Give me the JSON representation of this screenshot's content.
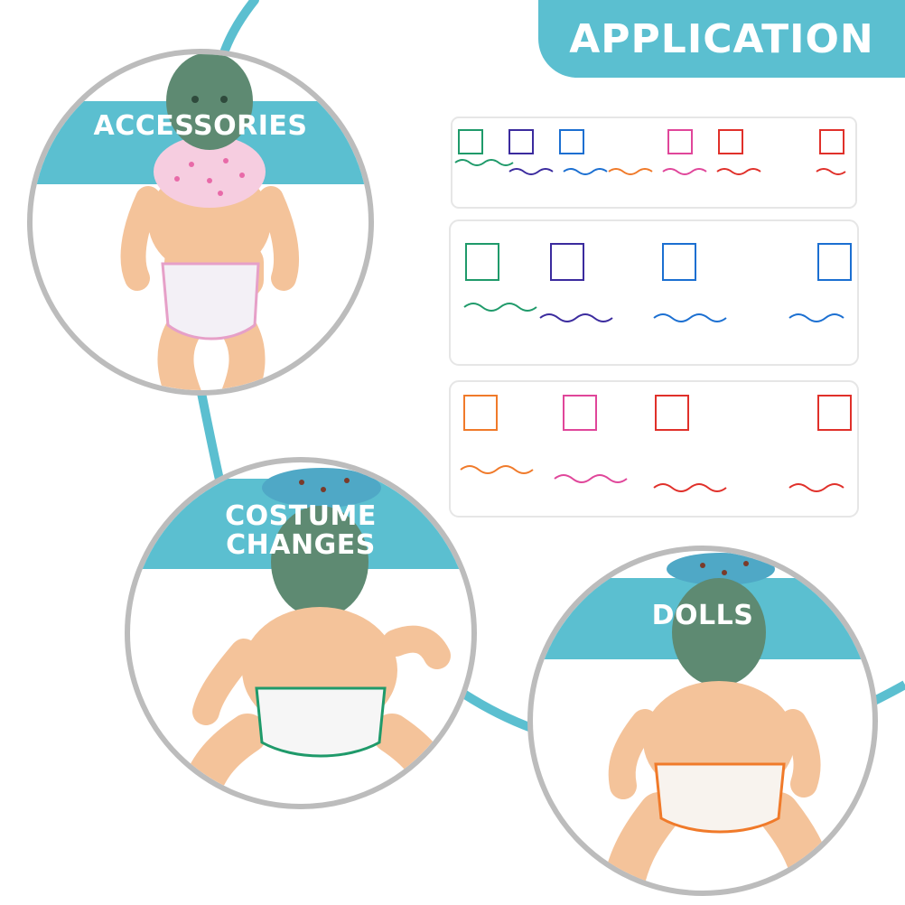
{
  "header": {
    "title": "APPLICATION"
  },
  "circles": [
    {
      "label": "ACCESSORIES"
    },
    {
      "label_line1": "COSTUME",
      "label_line2": "CHANGES"
    },
    {
      "label": "DOLLS"
    }
  ],
  "colors": {
    "accent": "#5bbfd0",
    "ring": "#bcbcbc",
    "skin": "#f4c39a",
    "head": "#5e8a72",
    "diaper_stitches": [
      "#1f9a6a",
      "#3b2b9e",
      "#1b6fd1",
      "#f07a2a",
      "#e0469a",
      "#e0302a"
    ]
  },
  "icons": {
    "doll": "baby-doll-figure",
    "diaper": "cloth-diaper",
    "bib": "polka-dot-bib",
    "headband": "polka-dot-headband"
  }
}
